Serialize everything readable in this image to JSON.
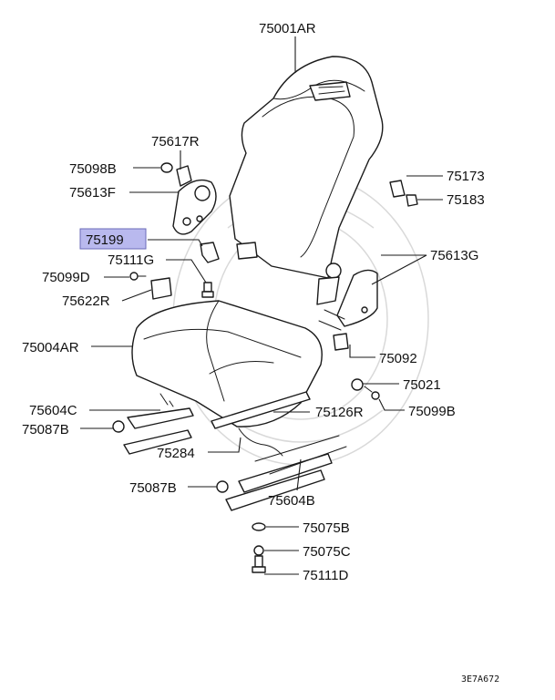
{
  "diagram": {
    "colors": {
      "highlight_fill": "#b9b9ee",
      "highlight_stroke": "#6a6ab8",
      "ink": "#1a1a1a",
      "watermark": "#d9d9d9"
    },
    "highlighted_part": "75199",
    "labels": {
      "p75001AR": "75001AR",
      "p75617R": "75617R",
      "p75098B": "75098B",
      "p75613F": "75613F",
      "p75199": "75199",
      "p75111G": "75111G",
      "p75099D": "75099D",
      "p75622R": "75622R",
      "p75004AR": "75004AR",
      "p75604C": "75604C",
      "p75087B_left": "75087B",
      "p75284": "75284",
      "p75087B_bottom": "75087B",
      "p75604B": "75604B",
      "p75075B": "75075B",
      "p75075C": "75075C",
      "p75111D": "75111D",
      "p75173": "75173",
      "p75183": "75183",
      "p75613G": "75613G",
      "p75092": "75092",
      "p75021": "75021",
      "p75099B": "75099B",
      "p75126R": "75126R"
    },
    "drawing_code": "3E7A672"
  }
}
